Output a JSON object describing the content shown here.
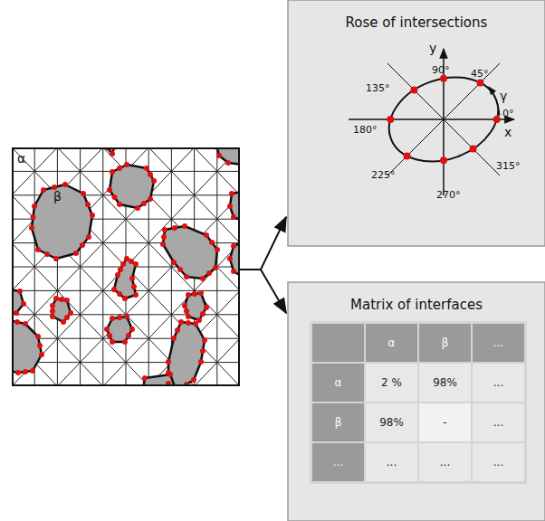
{
  "diagram": {
    "nodes": [
      {
        "text": [
          "α",
          "β"
        ]
      },
      {
        "text": [
          "Rose of intersections"
        ]
      },
      {
        "text": [
          "Matrix of interfaces"
        ]
      }
    ],
    "edges": [
      {
        "from": 0,
        "to": 1,
        "arrow": "to"
      },
      {
        "from": 0,
        "to": 2,
        "arrow": "to"
      }
    ],
    "labels": [
      "y",
      "90°",
      "45°",
      "γ",
      "0°",
      "x",
      "135°",
      "180°",
      "225°",
      "270°",
      "315°",
      "α",
      "β",
      "...",
      "α",
      "2 %",
      "98%",
      "...",
      "β",
      "98%",
      "-",
      "...",
      "...",
      "...",
      "...",
      "..."
    ]
  }
}
